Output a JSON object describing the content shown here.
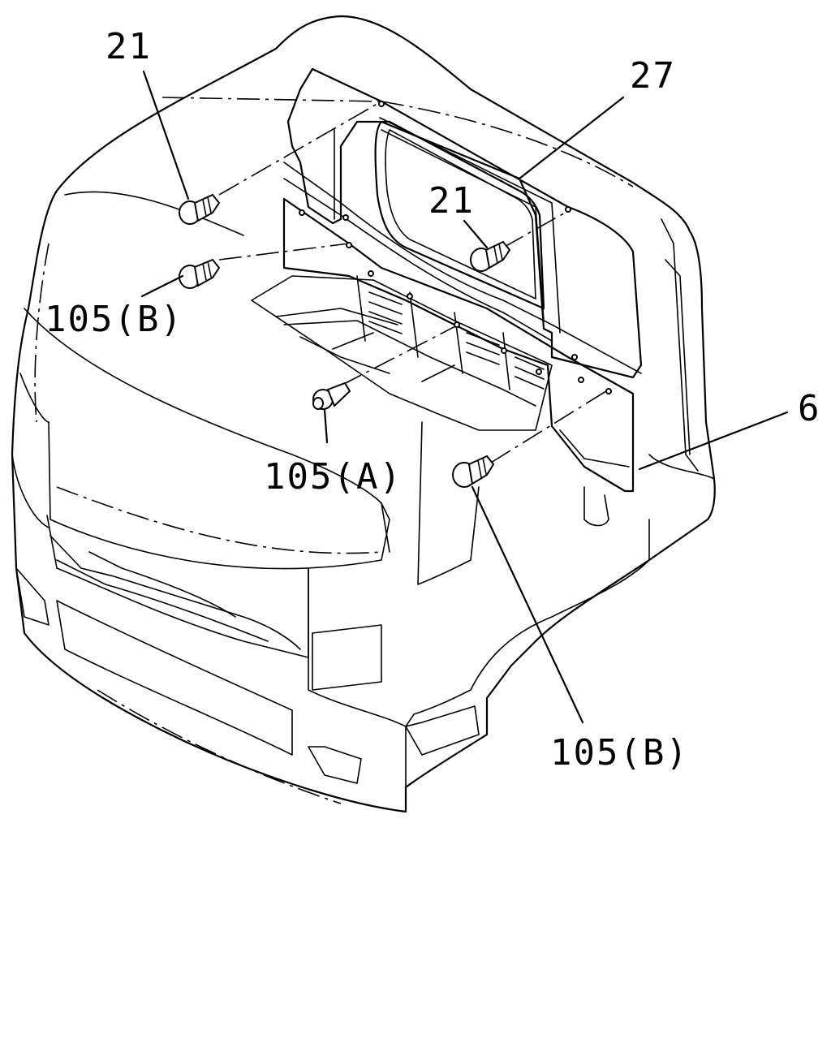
{
  "callouts": {
    "c1": "21",
    "c2": "27",
    "c3": "21",
    "c4": "105(B)",
    "c5": "105(A)",
    "c6": "6",
    "c7": "105(B)"
  }
}
